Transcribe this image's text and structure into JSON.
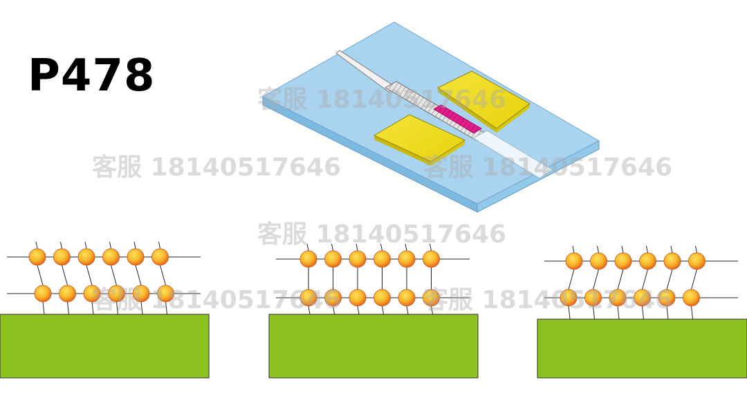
{
  "label": "P478",
  "watermark": "客服 18140517646",
  "colors": {
    "substrate_top": "#a9d3ee",
    "substrate_side": "#8fc3e6",
    "gold_pad": "#f0e01a",
    "gold_pad_side": "#c9b90d",
    "channel_grey": "#d9d9d9",
    "channel_active": "#e0208a",
    "base_block": "#8cc21f",
    "bead_center": "#ffd54a",
    "bead_edge": "#ef5a1a"
  },
  "panels": [
    {
      "name": "left-panel",
      "row_top_offsets": [
        -6,
        -2
      ],
      "tilt": "left"
    },
    {
      "name": "middle-panel",
      "row_top_offsets": [
        0,
        0
      ],
      "tilt": "none"
    },
    {
      "name": "right-panel",
      "row_top_offsets": [
        2,
        6
      ],
      "tilt": "right"
    }
  ]
}
